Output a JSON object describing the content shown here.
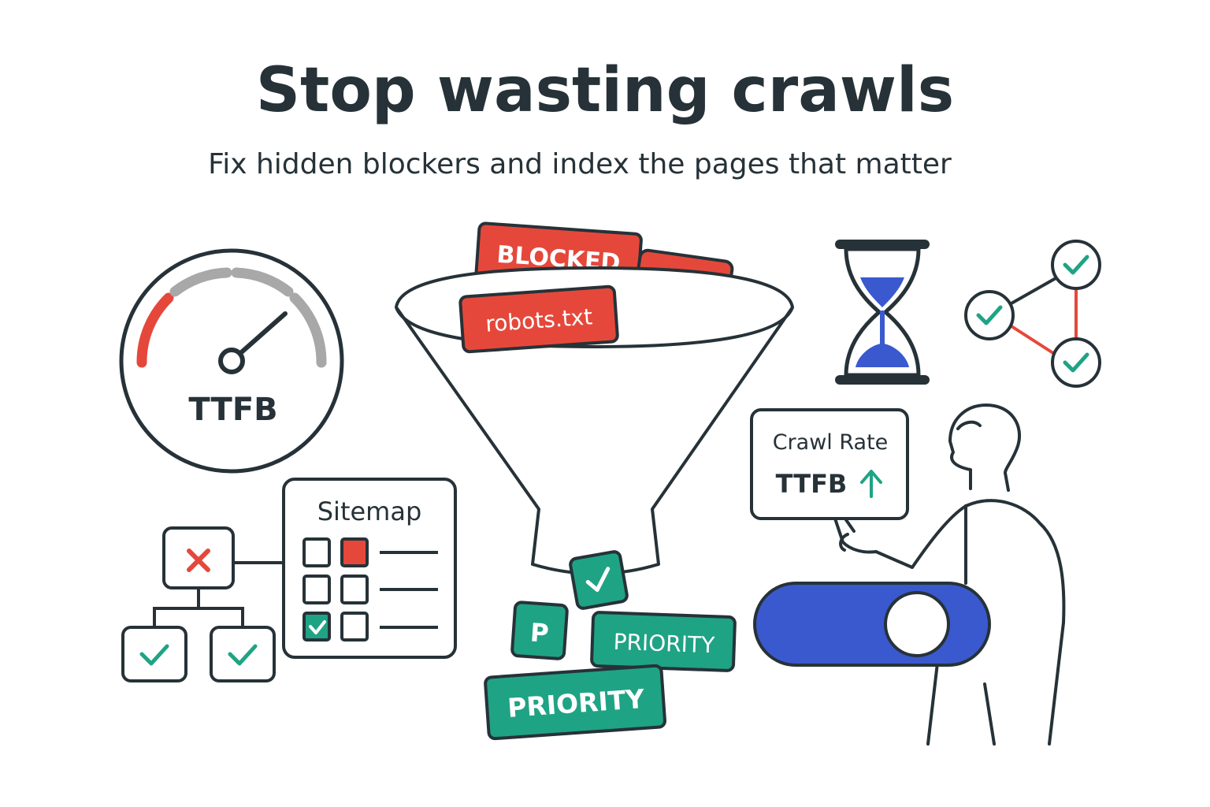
{
  "header": {
    "title": "Stop wasting crawls",
    "subtitle": "Fix hidden blockers and index the pages that matter"
  },
  "gauge": {
    "label": "TTFB",
    "icon": "speedometer-icon"
  },
  "funnel": {
    "tags_in": [
      "BLOCKED",
      "robots.txt"
    ],
    "bot_icon": "robot-icon",
    "tags_out": [
      "P",
      "PRIORITY",
      "PRIORITY"
    ]
  },
  "sitemap": {
    "title": "Sitemap"
  },
  "panel": {
    "line1": "Crawl Rate",
    "line2": "TTFB",
    "arrow_icon": "arrow-up-icon"
  },
  "icons": [
    "hourglass-icon",
    "network-check-icon",
    "toggle-icon",
    "person-icon",
    "site-tree-icon"
  ],
  "colors": {
    "text": "#263238",
    "red": "#E5483B",
    "green": "#1FA385",
    "blue": "#3A59CF",
    "gray": "#A8A8A8"
  }
}
